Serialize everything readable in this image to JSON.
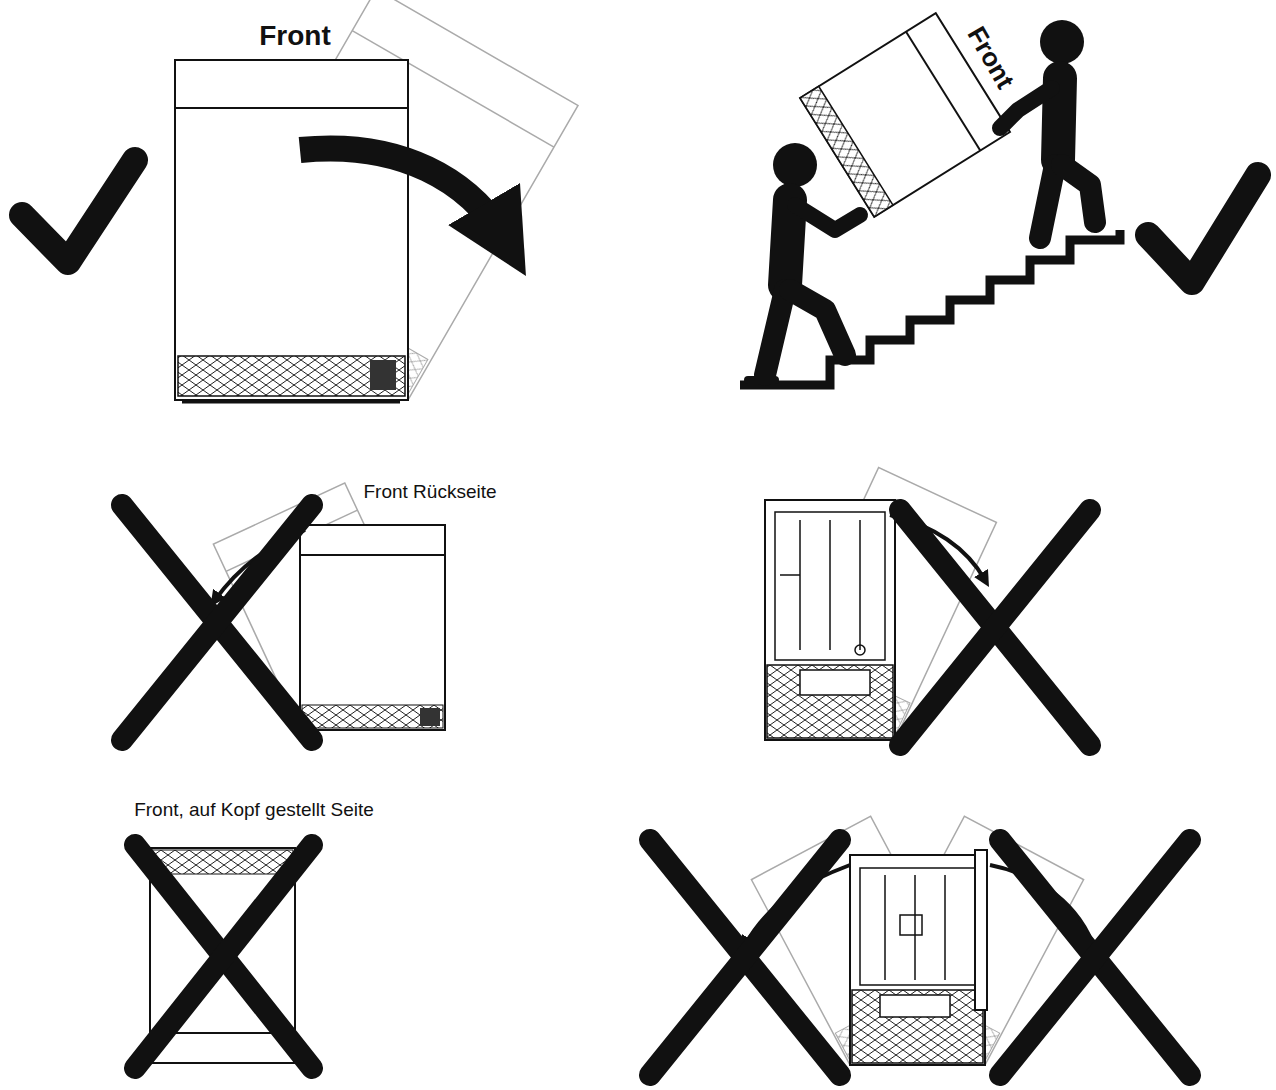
{
  "diagram": {
    "labels": [
      "Front",
      "Front",
      "Front Rückseite",
      "Front, auf Kopf gestellt Seite"
    ]
  }
}
